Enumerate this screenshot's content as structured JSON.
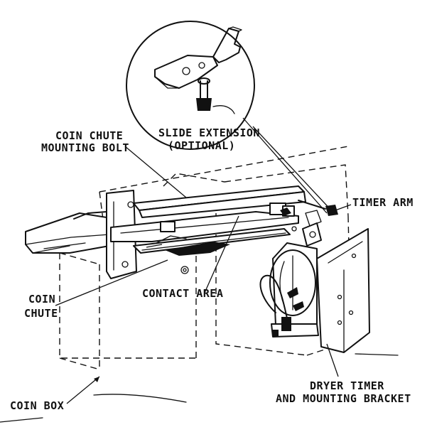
{
  "labels": {
    "slide_extension_line1": "SLIDE EXTENSION",
    "slide_extension_line2": "(OPTIONAL)",
    "coin_chute_bolt_line1": "COIN CHUTE",
    "coin_chute_bolt_line2": "MOUNTING BOLT",
    "timer_arm": "TIMER ARM",
    "coin_chute_line1": "COIN",
    "coin_chute_line2": "CHUTE",
    "contact_area": "CONTACT AREA",
    "dryer_timer_line1": "DRYER TIMER",
    "dryer_timer_line2": "AND MOUNTING BRACKET",
    "coin_box": "COIN BOX"
  },
  "colors": {
    "ink": "#111111",
    "paper": "#ffffff"
  }
}
